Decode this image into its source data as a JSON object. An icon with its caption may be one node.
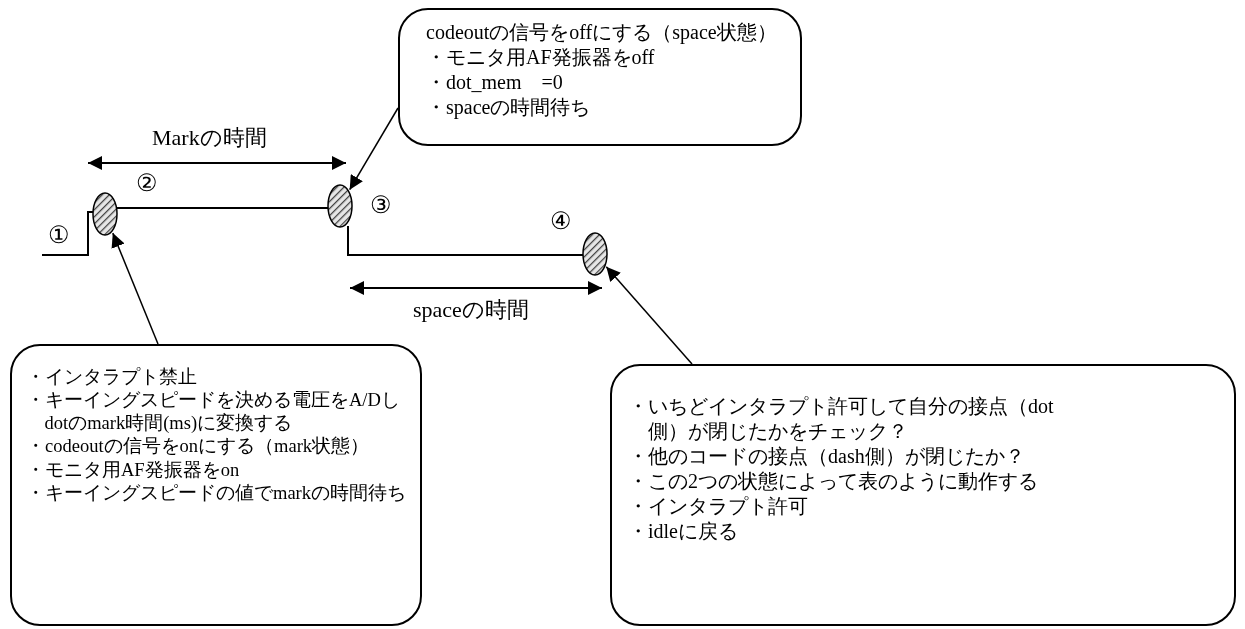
{
  "diagram": {
    "nodes": [
      {
        "text": [
          "codeoutの信号をoffにする（space状態）",
          "・モニタ用AF発振器をoff",
          "・dot_mem　=0",
          "・spaceの時間待ち"
        ]
      },
      {
        "text": [],
        "shape": "ellipse",
        "beside": [
          "②"
        ]
      },
      {
        "text": [],
        "shape": "ellipse",
        "beside": [
          "③"
        ]
      },
      {
        "text": [],
        "shape": "ellipse",
        "beside": [
          "④"
        ]
      },
      {
        "text": [
          "・インタラプト禁止",
          "・キーイングスピードを決める電圧をA/Dしdotのmark時間(ms)に変換する",
          "・codeoutの信号をonにする（mark状態）",
          "・モニタ用AF発振器をon",
          "・キーイングスピードの値でmarkの時間待ち"
        ]
      },
      {
        "text": [
          "・いちどインタラプト許可して自分の接点（dot側）が閉じたかをチェック？",
          "・他のコードの接点（dash側）が閉じたか？",
          "・この2つの状態によって表のように動作する",
          "・インタラプト許可",
          "・idleに戻る"
        ]
      }
    ],
    "edges": [
      {
        "from": 0,
        "to": 2,
        "arrow": "to"
      },
      {
        "from": 4,
        "to": 1,
        "arrow": "to"
      },
      {
        "from": 5,
        "to": 3,
        "arrow": "to"
      },
      {
        "from": 1,
        "to": 2,
        "arrow": "none"
      },
      {
        "from": 2,
        "to": 3,
        "arrow": "none"
      }
    ],
    "labels": [
      "Markの時間",
      "①",
      "spaceの時間"
    ]
  }
}
